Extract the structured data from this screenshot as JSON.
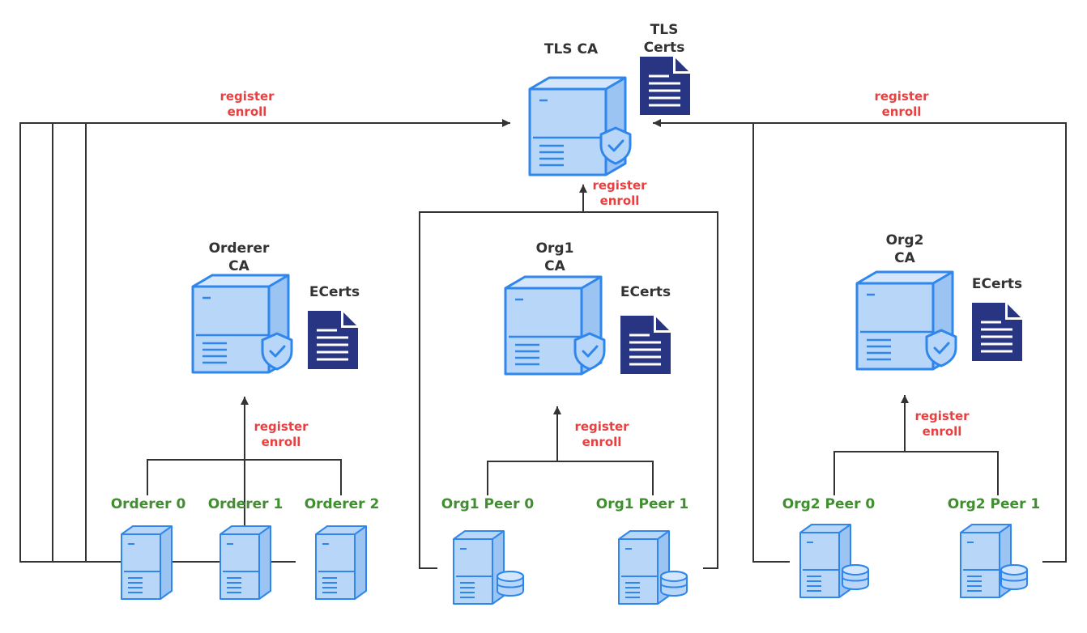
{
  "tls_ca": {
    "title": "TLS CA",
    "certs": [
      "TLS",
      "Certs"
    ]
  },
  "orderer_ca": {
    "title": [
      "Orderer",
      "CA"
    ],
    "certs": "ECerts"
  },
  "org1_ca": {
    "title": [
      "Org1",
      "CA"
    ],
    "certs": "ECerts"
  },
  "org2_ca": {
    "title": [
      "Org2",
      "CA"
    ],
    "certs": "ECerts"
  },
  "register_enroll": [
    "register",
    "enroll"
  ],
  "orderers": [
    "Orderer 0",
    "Orderer 1",
    "Orderer 2"
  ],
  "org1_peers": [
    "Org1 Peer 0",
    "Org1 Peer 1"
  ],
  "org2_peers": [
    "Org2 Peer 0",
    "Org2 Peer 1"
  ],
  "colors": {
    "server_fill": "#b8d6f8",
    "server_stroke": "#2f86ec",
    "doc_fill": "#273582",
    "line": "#333333",
    "label_red": "#e84040",
    "label_green": "#3f8f2f"
  },
  "icons": [
    "server-icon",
    "shield-check-icon",
    "document-icon",
    "database-icon",
    "arrow-head-icon"
  ]
}
